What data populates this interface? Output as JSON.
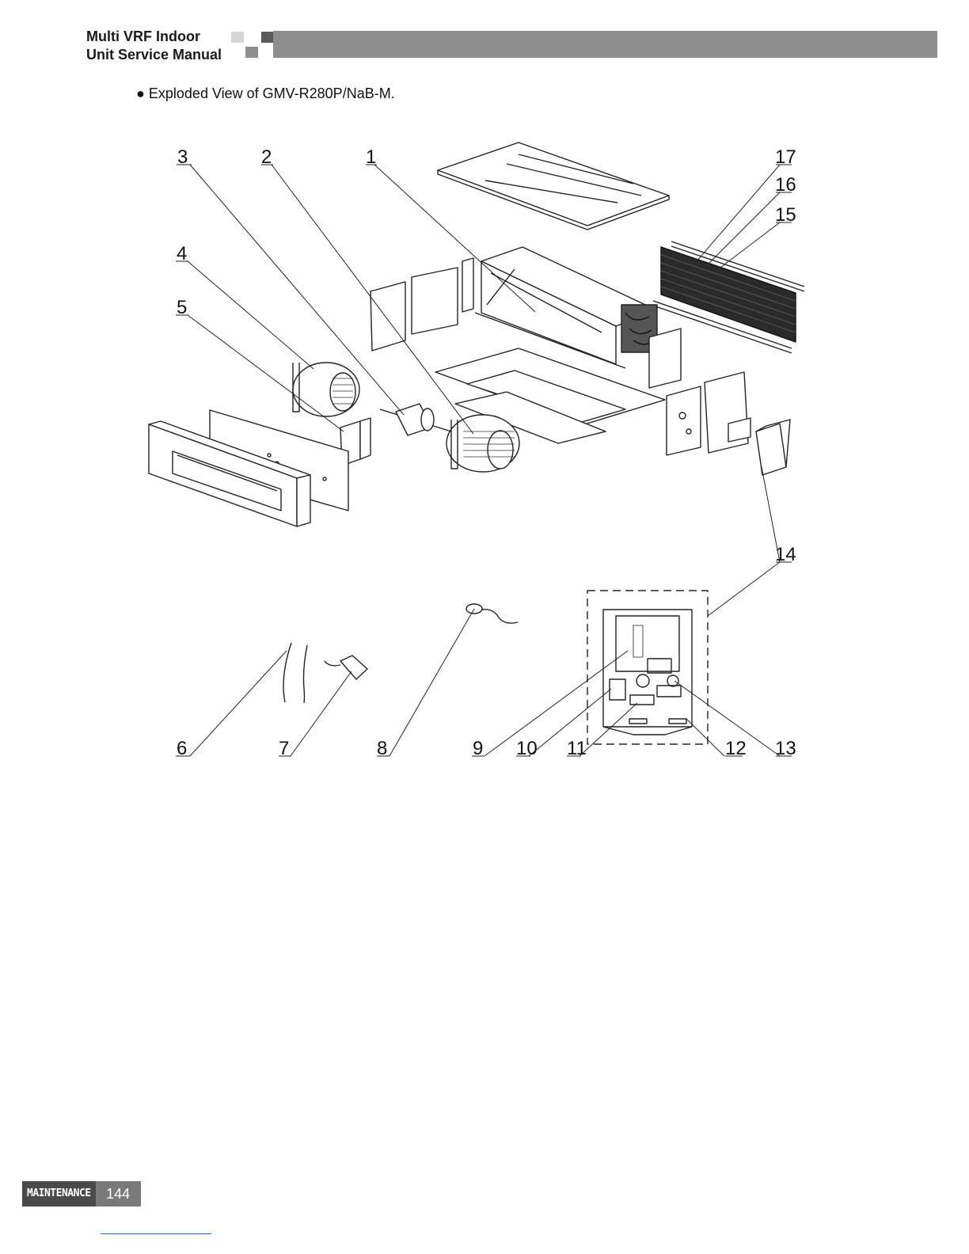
{
  "header": {
    "title_line1": "Multi VRF Indoor",
    "title_line2": "Unit Service Manual"
  },
  "content": {
    "bullet": "●",
    "caption": "Exploded View of GMV-R280P/NaB-M."
  },
  "callouts": [
    "1",
    "2",
    "3",
    "4",
    "5",
    "6",
    "7",
    "8",
    "9",
    "10",
    "11",
    "12",
    "13",
    "14",
    "15",
    "16",
    "17"
  ],
  "footer": {
    "section": "MAINTENANCE",
    "page": "144"
  },
  "colors": {
    "header_bar": "#8e8e8e",
    "footer_section_bg": "#4a4a4a",
    "footer_page_bg": "#7a7a7a"
  }
}
